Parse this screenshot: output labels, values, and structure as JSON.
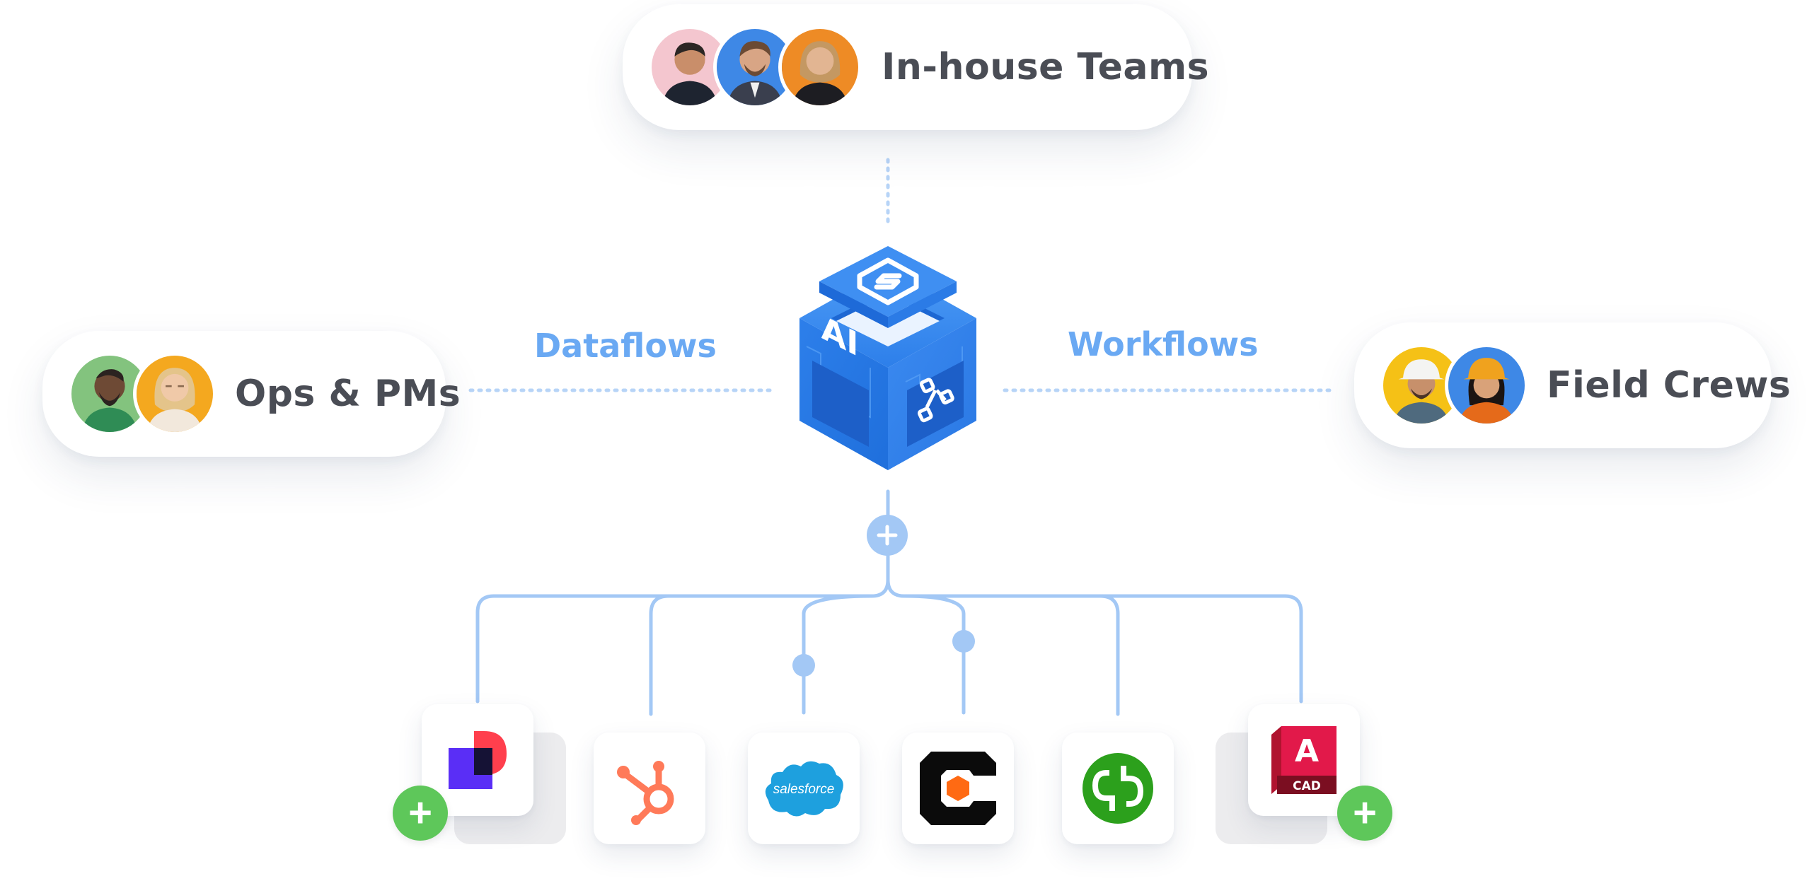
{
  "groups": {
    "inhouse": {
      "label": "In-house Teams"
    },
    "ops": {
      "label": "Ops & PMs"
    },
    "field": {
      "label": "Field Crews"
    }
  },
  "flows": {
    "left": "Dataflows",
    "right": "Workflows"
  },
  "hub": {
    "face_left": "AI",
    "accent": "#2f7ee8"
  },
  "integrations": [
    {
      "id": "pdf",
      "icon": "pdf-app-icon"
    },
    {
      "id": "hubspot",
      "icon": "hubspot-icon"
    },
    {
      "id": "salesforce",
      "icon": "salesforce-icon",
      "text": "salesforce"
    },
    {
      "id": "cube",
      "icon": "hex-c-icon"
    },
    {
      "id": "quickbooks",
      "icon": "quickbooks-icon"
    },
    {
      "id": "autocad",
      "icon": "autocad-icon",
      "letter": "A",
      "text": "CAD"
    }
  ],
  "colors": {
    "connector": "#a3c8f5",
    "add": "#5ec75a",
    "text": "#4a4d55",
    "flow_label": "#6aa9f3"
  }
}
